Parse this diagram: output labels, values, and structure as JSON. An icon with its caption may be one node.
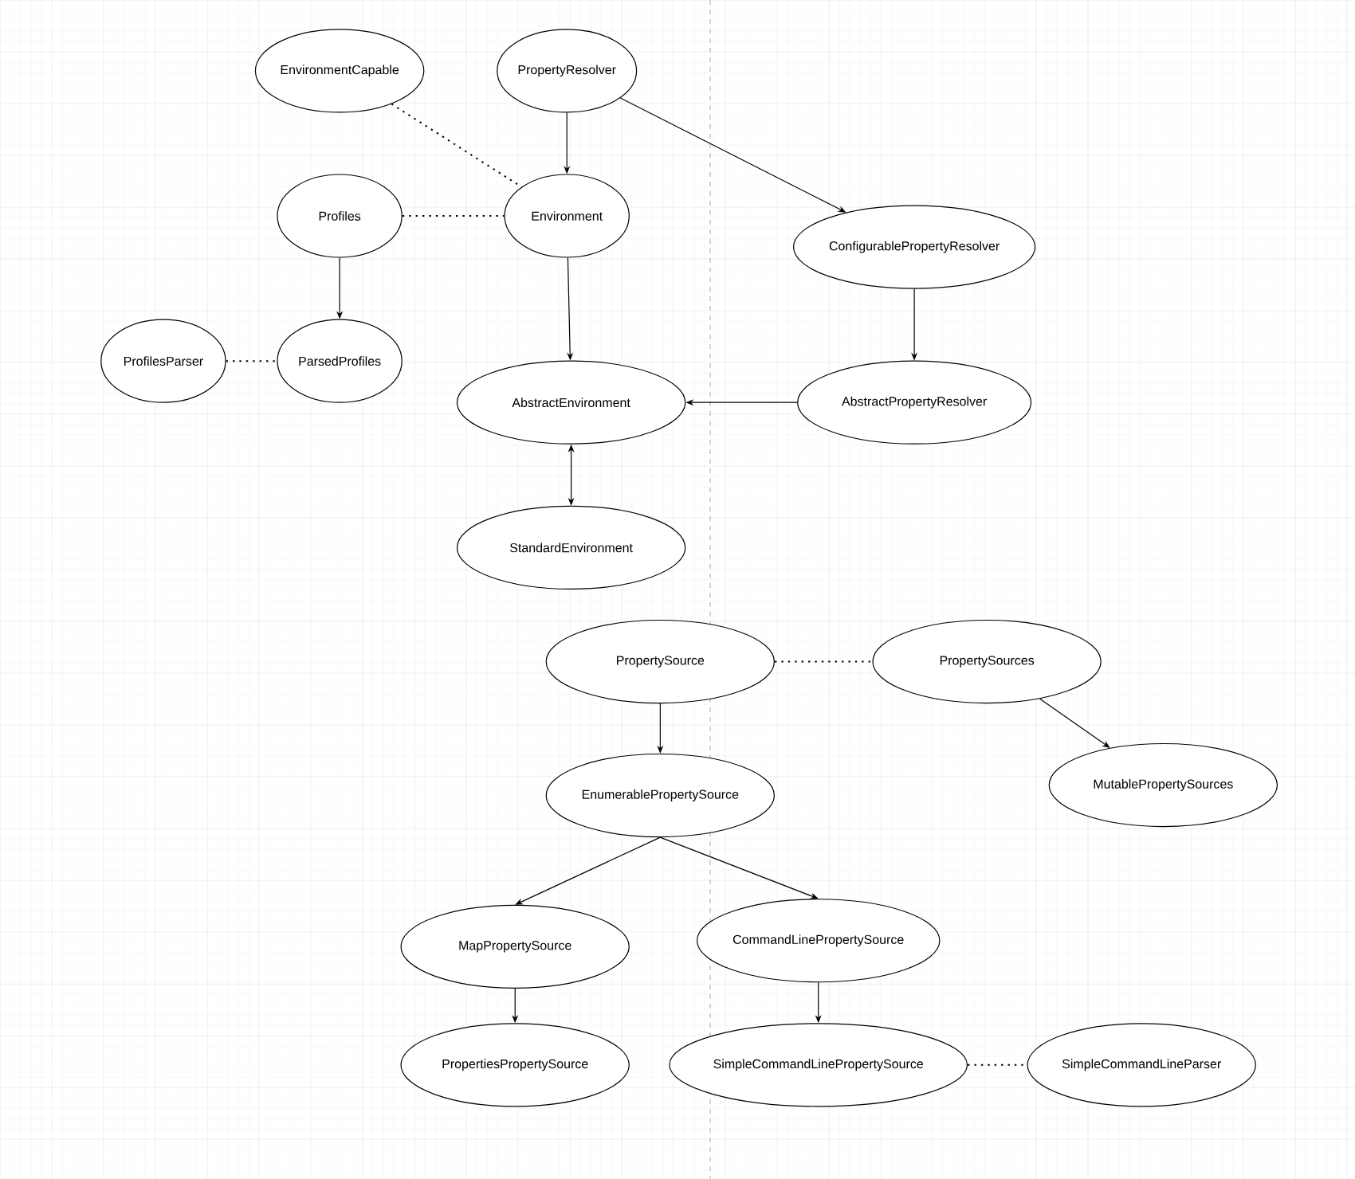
{
  "diagram": {
    "nodes": [
      {
        "text": [
          "EnvironmentCapable"
        ]
      },
      {
        "text": [
          "PropertyResolver"
        ]
      },
      {
        "text": [
          "Profiles"
        ]
      },
      {
        "text": [
          "Environment"
        ]
      },
      {
        "text": [
          "ConfigurablePropertyResolver"
        ]
      },
      {
        "text": [
          "ProfilesParser"
        ]
      },
      {
        "text": [
          "ParsedProfiles"
        ]
      },
      {
        "text": [
          "AbstractEnvironment"
        ]
      },
      {
        "text": [
          "AbstractPropertyResolver"
        ]
      },
      {
        "text": [
          "StandardEnvironment"
        ]
      },
      {
        "text": [
          "PropertySource"
        ]
      },
      {
        "text": [
          "PropertySources"
        ]
      },
      {
        "text": [
          "EnumerablePropertySource"
        ]
      },
      {
        "text": [
          "MutablePropertySources"
        ]
      },
      {
        "text": [
          "MapPropertySource"
        ]
      },
      {
        "text": [
          "CommandLinePropertySource"
        ]
      },
      {
        "text": [
          "PropertiesPropertySource"
        ]
      },
      {
        "text": [
          "SimpleCommandLinePropertySource"
        ]
      },
      {
        "text": [
          "SimpleCommandLineParser"
        ]
      }
    ],
    "edges": [
      {
        "from": 1,
        "to": 3,
        "arrow": "to"
      },
      {
        "from": 0,
        "to": 3,
        "arrow": "none",
        "style": "dashed"
      },
      {
        "from": 1,
        "to": 4,
        "arrow": "to"
      },
      {
        "from": 2,
        "to": 3,
        "arrow": "none",
        "style": "dashed"
      },
      {
        "from": 2,
        "to": 6,
        "arrow": "to"
      },
      {
        "from": 5,
        "to": 6,
        "arrow": "none",
        "style": "dashed"
      },
      {
        "from": 3,
        "to": 7,
        "arrow": "to"
      },
      {
        "from": 4,
        "to": 8,
        "arrow": "to"
      },
      {
        "from": 8,
        "to": 7,
        "arrow": "to"
      },
      {
        "from": 7,
        "to": 9,
        "arrow": "both"
      },
      {
        "from": 10,
        "to": 11,
        "arrow": "none",
        "style": "dashed"
      },
      {
        "from": 10,
        "to": 12,
        "arrow": "to"
      },
      {
        "from": 11,
        "to": 13,
        "arrow": "to"
      },
      {
        "from": 12,
        "to": 14,
        "arrow": "to"
      },
      {
        "from": 12,
        "to": 15,
        "arrow": "to"
      },
      {
        "from": 14,
        "to": 16,
        "arrow": "to"
      },
      {
        "from": 15,
        "to": 17,
        "arrow": "to"
      },
      {
        "from": 17,
        "to": 18,
        "arrow": "none",
        "style": "dashed"
      }
    ]
  }
}
